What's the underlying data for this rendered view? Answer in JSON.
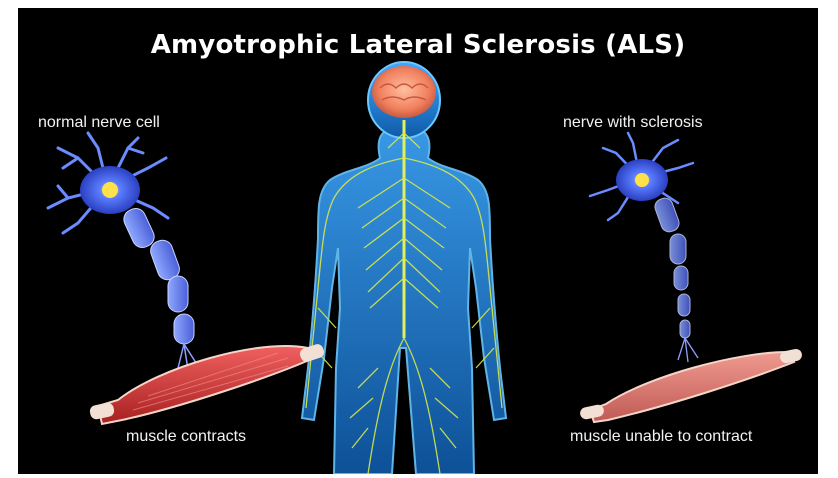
{
  "title": "Amyotrophic Lateral Sclerosis (ALS)",
  "labels": {
    "normal_nerve_cell": "normal nerve cell",
    "nerve_with_sclerosis": "nerve with sclerosis",
    "muscle_contracts": "muscle contracts",
    "muscle_unable": "muscle unable to contract"
  },
  "colors": {
    "background": "#000000",
    "body_glow": "#1e88e5",
    "nerves": "#d4e84a",
    "brain": "#f08a6a",
    "neuron": "#4a6cf0",
    "muscle": "#d83a3a"
  }
}
